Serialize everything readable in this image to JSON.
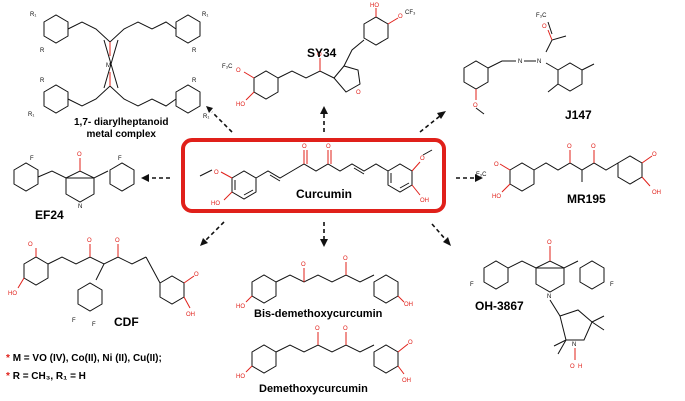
{
  "center": {
    "label": "Curcumin",
    "border_color": "#e0201a"
  },
  "derivatives": [
    {
      "id": "diarylheptanoid",
      "label_line1": "1,7- diarylheptanoid",
      "label_line2": "metal complex"
    },
    {
      "id": "sy34",
      "label": "SY34"
    },
    {
      "id": "j147",
      "label": "J147"
    },
    {
      "id": "ef24",
      "label": "EF24"
    },
    {
      "id": "mr195",
      "label": "MR195"
    },
    {
      "id": "cdf",
      "label": "CDF"
    },
    {
      "id": "bdmc",
      "label": "Bis-demethoxycurcumin"
    },
    {
      "id": "oh3867",
      "label": "OH-3867"
    },
    {
      "id": "dmc",
      "label": "Demethoxycurcumin"
    }
  ],
  "notes": [
    {
      "marker": "*",
      "text": "M = VO (IV), Co(II), Ni (II), Cu(II);"
    },
    {
      "marker": "*",
      "text": "R = CH₃, R₁ = H"
    }
  ],
  "atoms": {
    "oxygen_color": "#e0201a",
    "nitrogen_color": "#2a4bd7",
    "fluorine_color": "#7cc242"
  }
}
